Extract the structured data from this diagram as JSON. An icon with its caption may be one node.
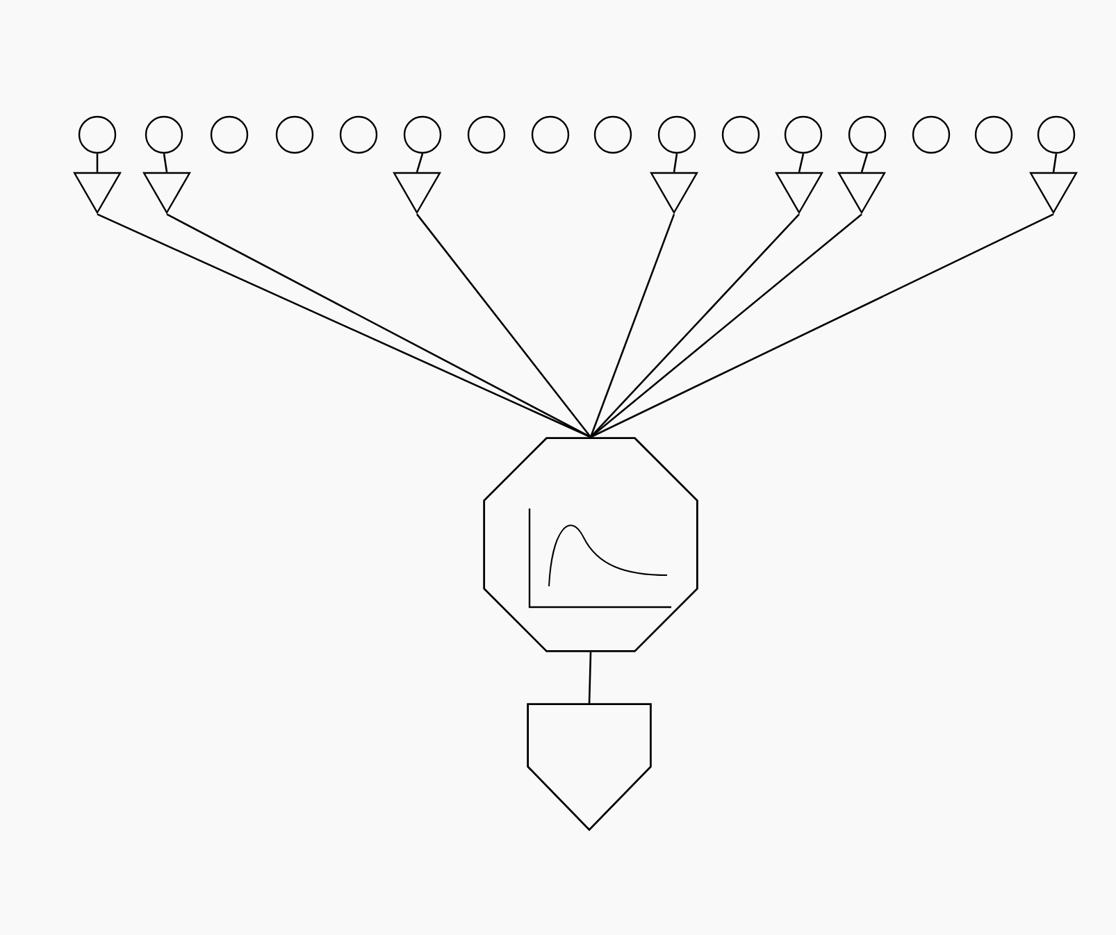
{
  "diagram": {
    "nodes": [
      {
        "text": [],
        "shape": "circle"
      },
      {
        "text": [],
        "shape": "circle"
      },
      {
        "text": [],
        "shape": "circle"
      },
      {
        "text": [],
        "shape": "circle"
      },
      {
        "text": [],
        "shape": "circle"
      },
      {
        "text": [],
        "shape": "circle"
      },
      {
        "text": [],
        "shape": "circle"
      },
      {
        "text": [],
        "shape": "circle"
      },
      {
        "text": [],
        "shape": "circle"
      },
      {
        "text": [],
        "shape": "circle"
      },
      {
        "text": [],
        "shape": "circle"
      },
      {
        "text": [],
        "shape": "circle"
      },
      {
        "text": [],
        "shape": "circle"
      },
      {
        "text": [],
        "shape": "circle"
      },
      {
        "text": [],
        "shape": "circle"
      },
      {
        "text": [],
        "shape": "circle"
      },
      {
        "text": [],
        "shape": "triangle"
      },
      {
        "text": [],
        "shape": "triangle"
      },
      {
        "text": [],
        "shape": "triangle"
      },
      {
        "text": [],
        "shape": "triangle"
      },
      {
        "text": [],
        "shape": "triangle"
      },
      {
        "text": [],
        "shape": "triangle"
      },
      {
        "text": [],
        "shape": "triangle"
      },
      {
        "text": [],
        "shape": "octagon"
      },
      {
        "text": [],
        "shape": "pentagon"
      }
    ],
    "edges": [
      {
        "from": 0,
        "to": 16,
        "arrow": "none"
      },
      {
        "from": 1,
        "to": 17,
        "arrow": "none"
      },
      {
        "from": 5,
        "to": 18,
        "arrow": "none"
      },
      {
        "from": 9,
        "to": 19,
        "arrow": "none"
      },
      {
        "from": 11,
        "to": 20,
        "arrow": "none"
      },
      {
        "from": 12,
        "to": 21,
        "arrow": "none"
      },
      {
        "from": 15,
        "to": 22,
        "arrow": "none"
      },
      {
        "from": 16,
        "to": 23,
        "arrow": "none"
      },
      {
        "from": 17,
        "to": 23,
        "arrow": "none"
      },
      {
        "from": 18,
        "to": 23,
        "arrow": "none"
      },
      {
        "from": 19,
        "to": 23,
        "arrow": "none"
      },
      {
        "from": 20,
        "to": 23,
        "arrow": "none"
      },
      {
        "from": 21,
        "to": 23,
        "arrow": "none"
      },
      {
        "from": 22,
        "to": 23,
        "arrow": "none"
      },
      {
        "from": 23,
        "to": 24,
        "arrow": "none"
      }
    ]
  }
}
